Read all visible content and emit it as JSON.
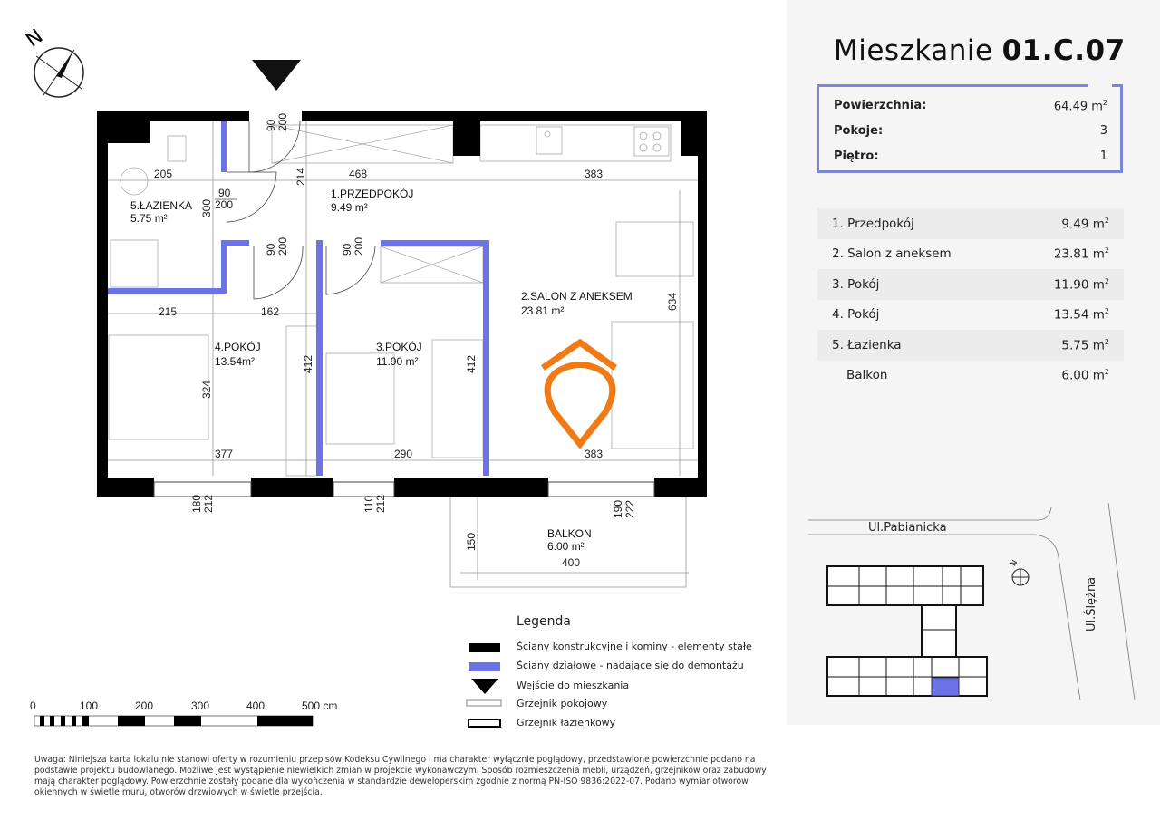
{
  "compass": {
    "north_label": "N"
  },
  "plan": {
    "rooms": [
      {
        "label": "1.PRZEDPOKÓJ",
        "area": "9.49  m²"
      },
      {
        "label": "2.SALON Z ANEKSEM",
        "area": "23.81  m²"
      },
      {
        "label": "3.POKÓJ",
        "area": "11.90  m²"
      },
      {
        "label": "4.POKÓJ",
        "area": "13.54m²"
      },
      {
        "label": "5.ŁAZIENKA",
        "area": "5.75 m²"
      },
      {
        "label": "BALKON",
        "area": "6.00 m²"
      }
    ],
    "dims": {
      "d205": "205",
      "d468": "468",
      "d383a": "383",
      "d214": "214",
      "d300": "300",
      "d215": "215",
      "d162": "162",
      "d634": "634",
      "d412a": "412",
      "d412b": "412",
      "d324": "324",
      "d377": "377",
      "d290": "290",
      "d383b": "383",
      "d150": "150",
      "d400": "400"
    },
    "doors": [
      {
        "w": "90",
        "h": "200"
      },
      {
        "w": "90",
        "h": "200"
      },
      {
        "w": "90",
        "h": "200"
      },
      {
        "w": "90",
        "h": "200"
      }
    ],
    "windows": [
      {
        "w": "180",
        "h": "212"
      },
      {
        "w": "110",
        "h": "212"
      },
      {
        "w": "190",
        "h": "222"
      }
    ]
  },
  "scale": {
    "ticks": [
      "0",
      "100",
      "200",
      "300",
      "400",
      "500 cm"
    ]
  },
  "legend": {
    "title": "Legenda",
    "items": [
      "Ściany konstrukcyjne i kominy - elementy stałe",
      "Ściany działowe - nadające się do demontażu",
      "Wejście do mieszkania",
      "Grzejnik pokojowy",
      "Grzejnik łazienkowy"
    ]
  },
  "footer": "Uwaga: Niniejsza karta lokalu nie stanowi oferty w rozumieniu przepisów Kodeksu Cywilnego i ma charakter wyłącznie poglądowy, przedstawione powierzchnie podano na podstawie projektu budowlanego. Możliwe jest wystąpienie niewielkich zmian w projekcie wykonawczym. Sposób rozmieszczenia mebli, urządzeń, grzejników oraz zabudowy mają charakter poglądowy. Powierzchnie zostały podane dla wykończenia w standardzie deweloperskim zgodnie z normą PN-ISO 9836:2022-07. Podano wymiar otworów okiennych w świetle muru, otworów drzwiowych w świetle przejścia.",
  "panel": {
    "title_prefix": "Mieszkanie",
    "title_number": "01.C.07",
    "summary": [
      {
        "label": "Powierzchnia:",
        "value": "64.49 m",
        "sup": "2"
      },
      {
        "label": "Pokoje:",
        "value": "3"
      },
      {
        "label": "Piętro:",
        "value": "1"
      }
    ],
    "rooms": [
      {
        "name": "1. Przedpokój",
        "area": "9.49 m",
        "sup": "2"
      },
      {
        "name": "2. Salon z aneksem",
        "area": "23.81 m",
        "sup": "2"
      },
      {
        "name": "3. Pokój",
        "area": "11.90 m",
        "sup": "2"
      },
      {
        "name": "4. Pokój",
        "area": "13.54 m",
        "sup": "2"
      },
      {
        "name": "5. Łazienka",
        "area": "5.75 m",
        "sup": "2"
      },
      {
        "name": "   Balkon",
        "area": "6.00 m",
        "sup": "2"
      }
    ],
    "site": {
      "street_1": "Ul.Pabianicka",
      "street_2": "Ul.Ślężna",
      "north_label": "N"
    }
  },
  "colors": {
    "wall": "#000000",
    "partition": "#6b73e6",
    "accent": "#f07a16",
    "highlight": "#6b73e6"
  }
}
